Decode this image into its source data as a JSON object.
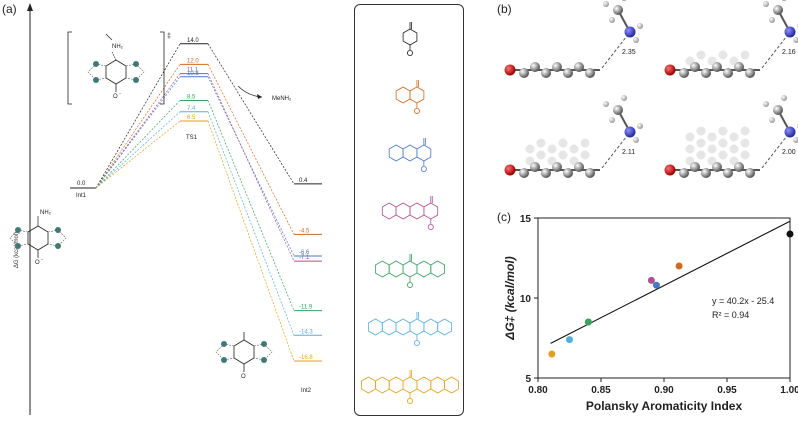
{
  "panels": {
    "a_label": "(a)",
    "b_label": "(b)",
    "c_label": "(c)"
  },
  "energy_diagram": {
    "y_axis_label": "ΔG (kcal/mol)",
    "int1_value": "0.0",
    "int1_label": "Int1",
    "ts_label": "TS1",
    "ts_dagger": "‡",
    "amine_label": "NH₂",
    "methylamine": "MeNH₂",
    "int2_label": "Int2",
    "ts_levels": [
      {
        "value": "14.0",
        "color": "#222222"
      },
      {
        "value": "12.0",
        "color": "#d2691e"
      },
      {
        "value": "11.1",
        "color": "#b05090"
      },
      {
        "value": "10.8",
        "color": "#4a78c8"
      },
      {
        "value": "8.5",
        "color": "#3aa060"
      },
      {
        "value": "7.4",
        "color": "#56aee0"
      },
      {
        "value": "6.5",
        "color": "#e0a020"
      }
    ],
    "product_levels": [
      {
        "value": "0.4",
        "color": "#222222"
      },
      {
        "value": "-4.5",
        "color": "#d2691e"
      },
      {
        "value": "-6.6",
        "color": "#4a78c8"
      },
      {
        "value": "-7.1",
        "color": "#b05090"
      },
      {
        "value": "-11.9",
        "color": "#3aa060"
      },
      {
        "value": "-14.3",
        "color": "#56aee0"
      },
      {
        "value": "-16.8",
        "color": "#e0a020"
      }
    ]
  },
  "legend_molecules": [
    {
      "color": "#222222"
    },
    {
      "color": "#d2691e"
    },
    {
      "color": "#4a78c8"
    },
    {
      "color": "#b05090"
    },
    {
      "color": "#3aa060"
    },
    {
      "color": "#56aee0"
    },
    {
      "color": "#e0a020"
    }
  ],
  "structures_3d": {
    "distances": [
      "2.35",
      "2.16",
      "2.11",
      "2.00"
    ]
  },
  "chart_data": {
    "type": "scatter",
    "xlabel": "Polansky Aromaticity Index",
    "ylabel": "ΔG‡ (kcal/mol)",
    "xlim": [
      0.8,
      1.0
    ],
    "ylim": [
      5,
      15
    ],
    "x_ticks": [
      "0.80",
      "0.85",
      "0.90",
      "0.95",
      "1.00"
    ],
    "y_ticks": [
      "5",
      "10",
      "15"
    ],
    "points": [
      {
        "x": 0.811,
        "y": 6.5,
        "color": "#e0a020"
      },
      {
        "x": 0.825,
        "y": 7.4,
        "color": "#56aee0"
      },
      {
        "x": 0.84,
        "y": 8.5,
        "color": "#3aa060"
      },
      {
        "x": 0.89,
        "y": 11.1,
        "color": "#b05090"
      },
      {
        "x": 0.894,
        "y": 10.8,
        "color": "#4a78c8"
      },
      {
        "x": 0.912,
        "y": 12.0,
        "color": "#d2691e"
      },
      {
        "x": 1.0,
        "y": 14.0,
        "color": "#111111"
      }
    ],
    "fit": {
      "slope": 40.2,
      "intercept": -25.4
    },
    "equation": "y = 40.2x - 25.4",
    "r2": "R² = 0.94"
  }
}
